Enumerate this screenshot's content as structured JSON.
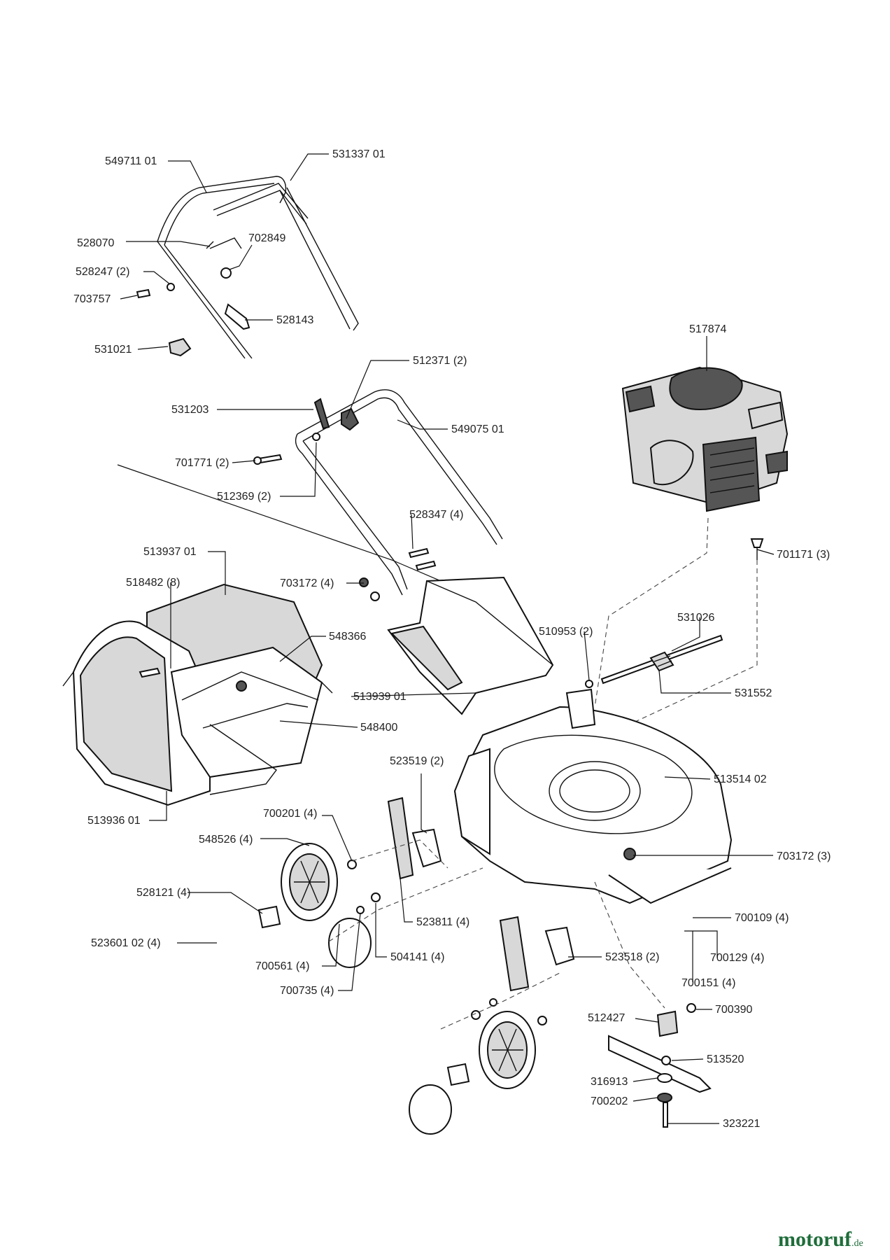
{
  "diagram": {
    "parts": [
      {
        "id": "p-549711",
        "label": "549711 01"
      },
      {
        "id": "p-531337",
        "label": "531337 01"
      },
      {
        "id": "p-528070",
        "label": "528070"
      },
      {
        "id": "p-702849",
        "label": "702849"
      },
      {
        "id": "p-528247",
        "label": "528247 (2)"
      },
      {
        "id": "p-703757",
        "label": "703757"
      },
      {
        "id": "p-528143",
        "label": "528143"
      },
      {
        "id": "p-531021",
        "label": "531021"
      },
      {
        "id": "p-512371",
        "label": "512371 (2)"
      },
      {
        "id": "p-531203",
        "label": "531203"
      },
      {
        "id": "p-549075",
        "label": "549075 01"
      },
      {
        "id": "p-701771",
        "label": "701771 (2)"
      },
      {
        "id": "p-512369",
        "label": "512369 (2)"
      },
      {
        "id": "p-517874",
        "label": "517874"
      },
      {
        "id": "p-528347",
        "label": "528347 (4)"
      },
      {
        "id": "p-701171",
        "label": "701171 (3)"
      },
      {
        "id": "p-513937",
        "label": "513937 01"
      },
      {
        "id": "p-518482",
        "label": "518482 (8)"
      },
      {
        "id": "p-703172-4",
        "label": "703172 (4)"
      },
      {
        "id": "p-548366",
        "label": "548366"
      },
      {
        "id": "p-531026",
        "label": "531026"
      },
      {
        "id": "p-510953",
        "label": "510953 (2)"
      },
      {
        "id": "p-513939",
        "label": "513939 01"
      },
      {
        "id": "p-531552",
        "label": "531552"
      },
      {
        "id": "p-548400",
        "label": "548400"
      },
      {
        "id": "p-523519",
        "label": "523519 (2)"
      },
      {
        "id": "p-513514",
        "label": "513514 02"
      },
      {
        "id": "p-513936",
        "label": "513936 01"
      },
      {
        "id": "p-700201",
        "label": "700201 (4)"
      },
      {
        "id": "p-548526",
        "label": "548526 (4)"
      },
      {
        "id": "p-703172-3",
        "label": "703172 (3)"
      },
      {
        "id": "p-528121",
        "label": "528121 (4)"
      },
      {
        "id": "p-523811",
        "label": "523811 (4)"
      },
      {
        "id": "p-700109",
        "label": "700109 (4)"
      },
      {
        "id": "p-523601",
        "label": "523601 02 (4)"
      },
      {
        "id": "p-504141",
        "label": "504141 (4)"
      },
      {
        "id": "p-523518",
        "label": "523518 (2)"
      },
      {
        "id": "p-700129",
        "label": "700129 (4)"
      },
      {
        "id": "p-700561",
        "label": "700561 (4)"
      },
      {
        "id": "p-700151",
        "label": "700151 (4)"
      },
      {
        "id": "p-700735",
        "label": "700735 (4)"
      },
      {
        "id": "p-700390",
        "label": "700390"
      },
      {
        "id": "p-512427",
        "label": "512427"
      },
      {
        "id": "p-513520",
        "label": "513520"
      },
      {
        "id": "p-316913",
        "label": "316913"
      },
      {
        "id": "p-700202",
        "label": "700202"
      },
      {
        "id": "p-323221",
        "label": "323221"
      }
    ]
  },
  "watermark": {
    "brand": "motoruf",
    "tld": ".de"
  }
}
